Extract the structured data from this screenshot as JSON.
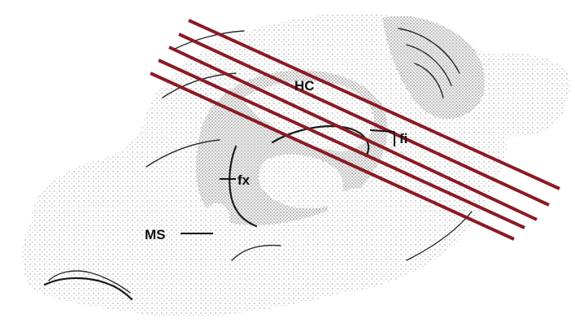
{
  "labels": {
    "hc": "HC",
    "fi": "fi",
    "fx": "fx",
    "ms": "MS"
  },
  "colors": {
    "cut_lines": "#8b1a24",
    "ink": "#111111"
  },
  "cut_line_count": 5
}
